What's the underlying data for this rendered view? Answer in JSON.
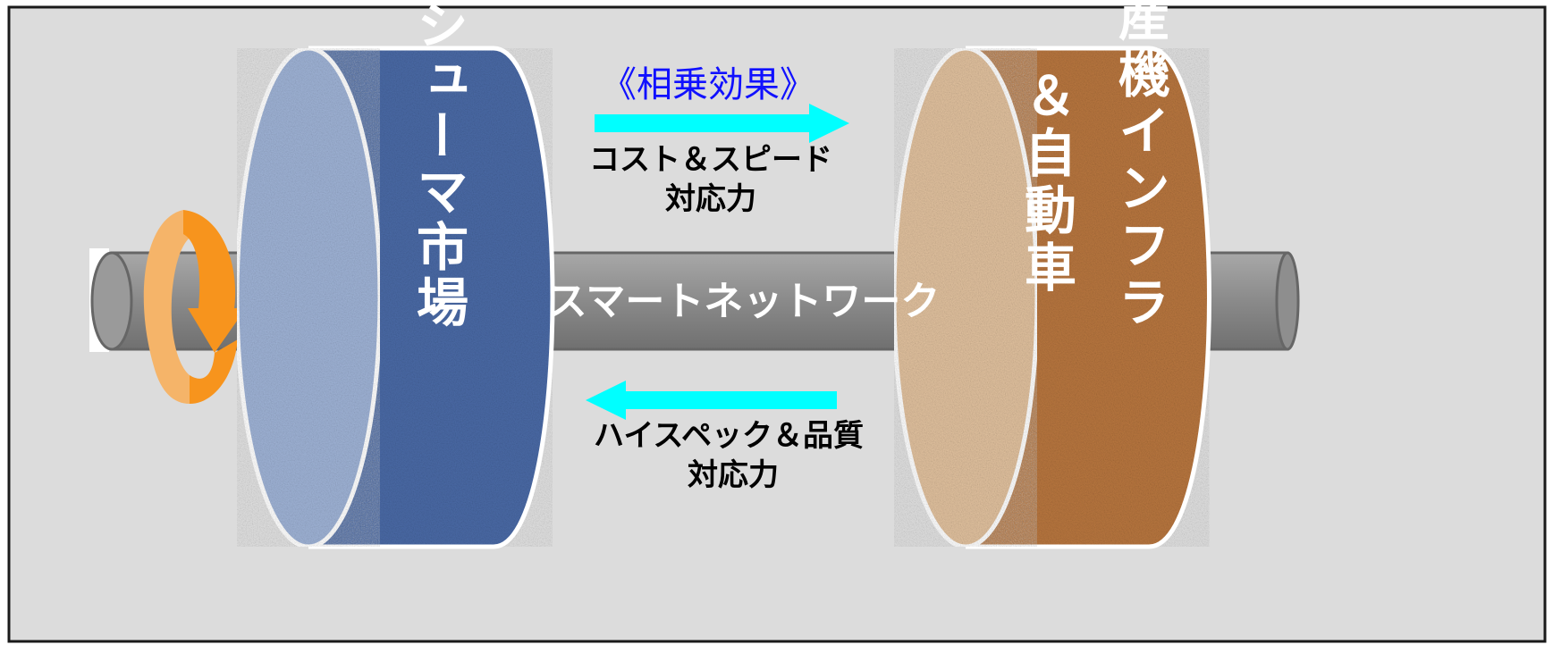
{
  "diagram": {
    "left_wheel_label": "コンシューマ市場",
    "right_wheel_inner_label": "＆自動車",
    "right_wheel_outer_label": "産機インフラ",
    "shaft_label": "スマートネットワーク",
    "synergy_title": "《相乗効果》",
    "top_caption_line1": "コスト＆スピード",
    "top_caption_line2": "対応力",
    "bottom_caption_line1": "ハイスペック＆品質",
    "bottom_caption_line2": "対応力",
    "colors": {
      "background": "#dcdcdc",
      "shaft": "#8c8c8c",
      "left_wheel": "#4a6aa6",
      "right_wheel": "#b9773f",
      "arrows": "#00ffff",
      "synergy_text": "#1010ff",
      "rotation_arrow": "#f7941d"
    }
  }
}
